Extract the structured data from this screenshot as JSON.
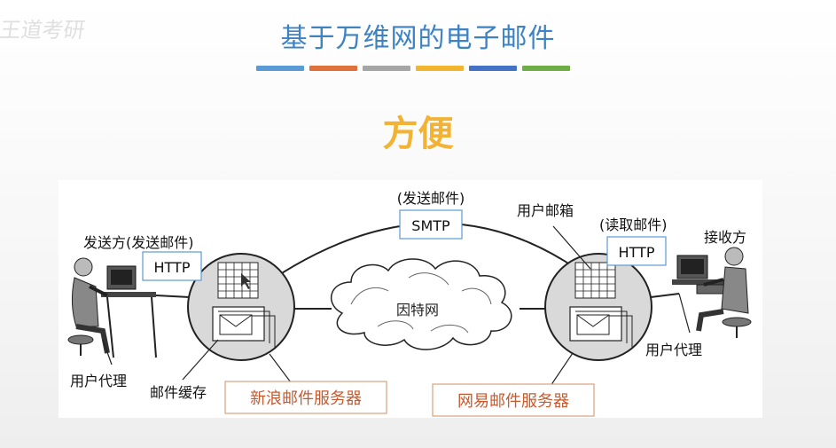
{
  "slide": {
    "title": "基于万维网的电子邮件",
    "subtitle": "方便",
    "watermark": "王道考研",
    "bar_colors": [
      "#5b9bd5",
      "#e0703a",
      "#a5a5a5",
      "#f2b530",
      "#4472c4",
      "#70ad47"
    ]
  },
  "diagram": {
    "protocol_top_note": "(发送邮件)",
    "protocol_top": "SMTP",
    "sender_caption": "发送方(发送邮件)",
    "sender_protocol": "HTTP",
    "receiver_caption": "接收方",
    "receiver_note": "(读取邮件)",
    "receiver_protocol": "HTTP",
    "mailbox_label": "用户邮箱",
    "internet_label": "因特网",
    "sender_agent_label": "用户代理",
    "receiver_agent_label": "用户代理",
    "mail_cache_label": "邮件缓存",
    "sina_server": "新浪邮件服务器",
    "netease_server": "网易邮件服务器"
  }
}
